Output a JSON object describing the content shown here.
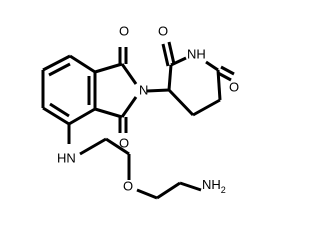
{
  "molecule": {
    "atoms": {
      "o_top": "O",
      "o_bottom": "O",
      "n_imide": "N",
      "o_glut_left": "O",
      "nh_glut": "NH",
      "o_glut_right": "O",
      "hn_amine": "HN",
      "o_ether": "O",
      "nh2": "NH",
      "nh2_subscript": "2"
    }
  }
}
